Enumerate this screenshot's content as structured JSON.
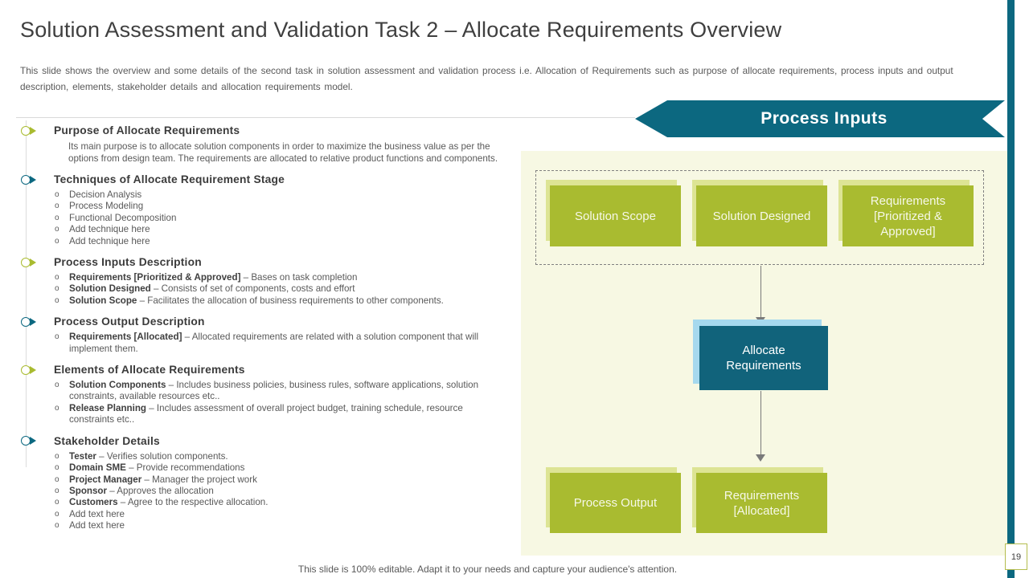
{
  "slide": {
    "title": "Solution Assessment and Validation Task 2 – Allocate Requirements Overview",
    "subtitle": "This slide shows the overview and some details of the second task in solution assessment and validation process i.e. Allocation of Requirements such as purpose of allocate requirements, process inputs and output description, elements, stakeholder details and allocation requirements  model.",
    "footer_note": "This slide is 100% editable. Adapt it to your needs and capture your audience's attention.",
    "page_number": "19"
  },
  "banner": {
    "label": "Process Inputs"
  },
  "sections": [
    {
      "accent": "green",
      "heading": "Purpose of Allocate Requirements",
      "paragraph": "Its main purpose is to allocate solution components in order to maximize the business value as per the options from design team. The requirements are allocated to relative product functions and components.",
      "items": []
    },
    {
      "accent": "teal",
      "heading": "Techniques of Allocate Requirement Stage",
      "items": [
        {
          "lead": "",
          "text": "Decision Analysis"
        },
        {
          "lead": "",
          "text": "Process Modeling"
        },
        {
          "lead": "",
          "text": "Functional Decomposition"
        },
        {
          "lead": "",
          "text": "Add technique here"
        },
        {
          "lead": "",
          "text": "Add technique here"
        }
      ]
    },
    {
      "accent": "green",
      "heading": "Process Inputs Description",
      "items": [
        {
          "lead": "Requirements [Prioritized & Approved]",
          "text": "– Bases on task completion"
        },
        {
          "lead": "Solution Designed",
          "text": "– Consists of set of components, costs and effort"
        },
        {
          "lead": "Solution Scope",
          "text": "– Facilitates the allocation of business requirements to other components."
        }
      ]
    },
    {
      "accent": "teal",
      "heading": "Process Output Description",
      "items": [
        {
          "lead": "Requirements [Allocated]",
          "text": "– Allocated requirements are related with a solution component that will implement them."
        }
      ]
    },
    {
      "accent": "green",
      "heading": "Elements of Allocate Requirements",
      "items": [
        {
          "lead": "Solution Components",
          "text": "– Includes business policies, business rules, software applications, solution constraints, available resources etc.."
        },
        {
          "lead": "Release Planning",
          "text": "– Includes assessment of overall project budget, training schedule, resource constraints etc.."
        }
      ]
    },
    {
      "accent": "teal",
      "heading": "Stakeholder Details",
      "items": [
        {
          "lead": "Tester",
          "text": "– Verifies solution components."
        },
        {
          "lead": "Domain SME",
          "text": "– Provide recommendations"
        },
        {
          "lead": "Project Manager",
          "text": "– Manager the project work"
        },
        {
          "lead": "Sponsor",
          "text": "– Approves the allocation"
        },
        {
          "lead": "Customers",
          "text": "– Agree to the respective allocation."
        },
        {
          "lead": "",
          "text": "Add text here"
        },
        {
          "lead": "",
          "text": "Add text here"
        }
      ]
    }
  ],
  "diagram": {
    "input_boxes": [
      "Solution Scope",
      "Solution Designed",
      "Requirements [Prioritized & Approved]"
    ],
    "center_box": "Allocate Requirements",
    "output_boxes": [
      "Process Output",
      "Requirements [Allocated]"
    ]
  },
  "colors": {
    "teal": "#0c6880",
    "teal_box": "#11637b",
    "green_box": "#a9bb30",
    "light_green_offset": "#dde494",
    "light_blue_offset": "#a6d9ee",
    "panel_background": "#f7f8e3",
    "title_text": "#3f3f3f",
    "body_text": "#595959"
  }
}
